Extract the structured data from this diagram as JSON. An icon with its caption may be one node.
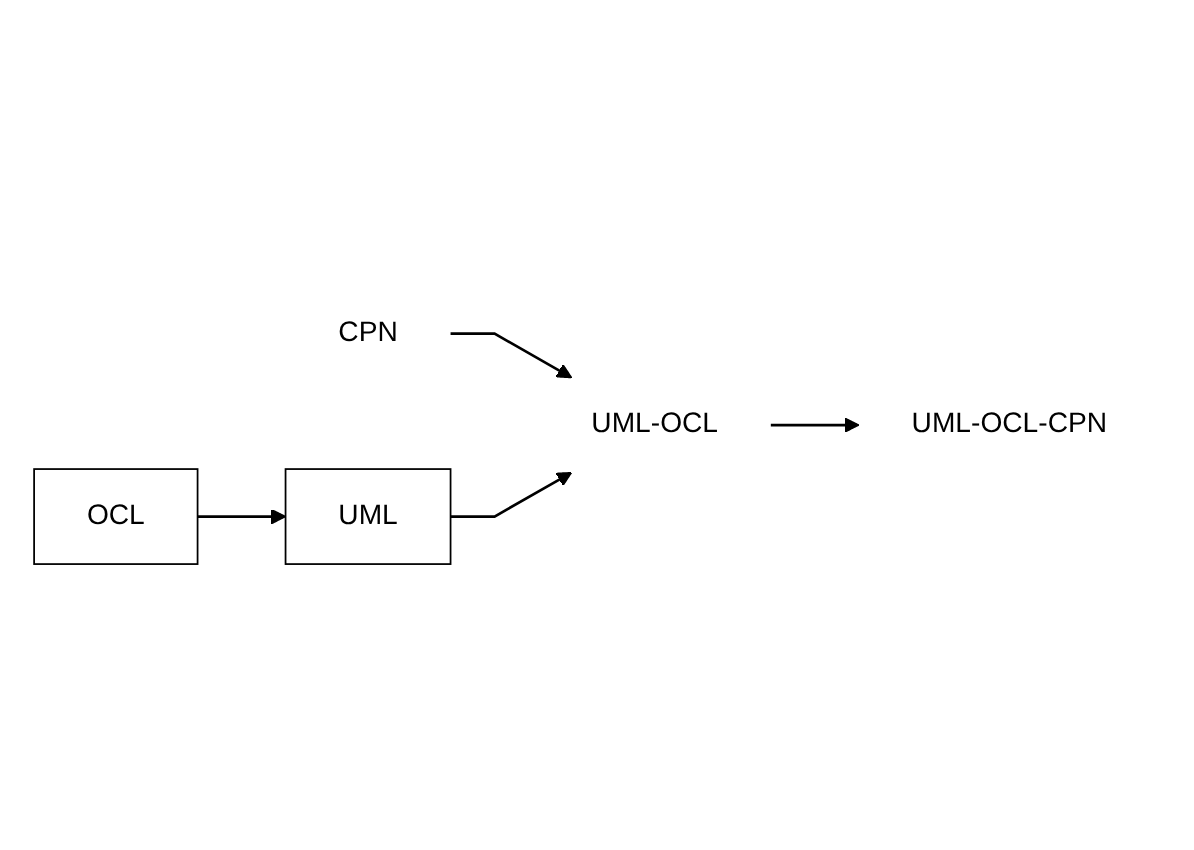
{
  "diagram": {
    "nodes": [
      {
        "text": [
          "OCL"
        ]
      },
      {
        "text": [
          "UML"
        ]
      },
      {
        "text": [
          "CPN"
        ]
      },
      {
        "text": [
          "UML-OCL"
        ]
      },
      {
        "text": [
          "UML-OCL-CPN"
        ]
      }
    ],
    "edges": [
      {
        "from": 0,
        "to": 1,
        "arrow": "to"
      },
      {
        "from": 2,
        "to": 3,
        "arrow": "to"
      },
      {
        "from": 1,
        "to": 3,
        "arrow": "to"
      },
      {
        "from": 3,
        "to": 4,
        "arrow": "to"
      }
    ]
  }
}
